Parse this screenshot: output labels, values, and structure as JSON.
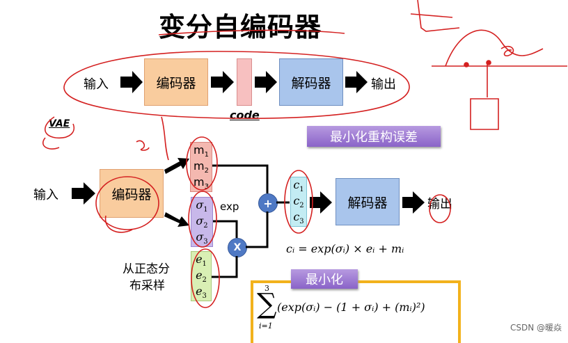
{
  "title": "变分自编码器",
  "top_flow": {
    "input_label": "输入",
    "encoder_label": "编码器",
    "code_label": "code",
    "decoder_label": "解码器",
    "output_label": "输出"
  },
  "vae_label": "VAE",
  "minimize_reconstruction": "最小化重构误差",
  "bottom_flow": {
    "input_label": "输入",
    "encoder_label": "编码器",
    "m_items": [
      "m",
      "m",
      "m"
    ],
    "m_subs": [
      "1",
      "2",
      "3"
    ],
    "sigma_items": [
      "σ",
      "σ",
      "σ"
    ],
    "sigma_subs": [
      "1",
      "2",
      "3"
    ],
    "e_items": [
      "e",
      "e",
      "e"
    ],
    "e_subs": [
      "1",
      "2",
      "3"
    ],
    "c_items": [
      "c",
      "c",
      "c"
    ],
    "c_subs": [
      "1",
      "2",
      "3"
    ],
    "exp_label": "exp",
    "plus_symbol": "+",
    "times_symbol": "X",
    "sample_label_line1": "从正态分",
    "sample_label_line2": "布采样",
    "decoder_label": "解码器",
    "output_label": "输出"
  },
  "c_formula": "cᵢ = exp(σᵢ) × eᵢ + mᵢ",
  "minimize_label": "最小化",
  "loss": {
    "sum_upper": "3",
    "sum_lower": "i=1",
    "body": "(exp(σᵢ) − (1 + σᵢ) + (mᵢ)²)"
  },
  "watermark": "CSDN @暖焱",
  "colors": {
    "encoder": "#f9cc9e",
    "decoder": "#a9c5ec",
    "code": "#f7c0c0",
    "purple": "#9b7ad3",
    "gold": "#f2b21c",
    "annotation_red": "#d42020",
    "operator_blue": "#4f79c4"
  }
}
